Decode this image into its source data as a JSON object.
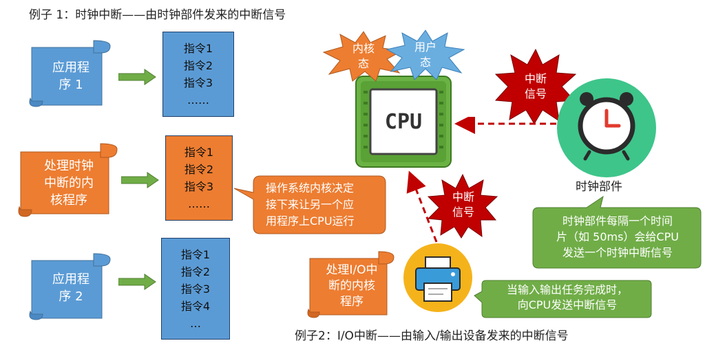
{
  "example1_title": "例子 1：时钟中断——由时钟部件发来的中断信号",
  "example2_title": "例子2：I/O中断——由输入/输出设备发来的中断信号",
  "app1": {
    "line1": "应用程",
    "line2": "序 1"
  },
  "handler_clock": {
    "line1": "处理时钟",
    "line2": "中断的内",
    "line3": "核程序"
  },
  "app2": {
    "line1": "应用程",
    "line2": "序 2"
  },
  "handler_io": {
    "line1": "处理I/O中",
    "line2": "断的内核",
    "line3": "程序"
  },
  "instr_block1": [
    "指令1",
    "指令2",
    "指令3",
    "……"
  ],
  "instr_block2": [
    "指令1",
    "指令2",
    "指令3",
    "……"
  ],
  "instr_block3": [
    "指令1",
    "指令2",
    "指令3",
    "指令4",
    "…"
  ],
  "kernel_state": {
    "line1": "内核",
    "line2": "态"
  },
  "user_state": {
    "line1": "用户",
    "line2": "态"
  },
  "cpu_label": "CPU",
  "interrupt_signal_1": {
    "line1": "中断",
    "line2": "信号"
  },
  "interrupt_signal_2": {
    "line1": "中断",
    "line2": "信号"
  },
  "clock_label": "时钟部件",
  "os_callout": {
    "line1": "操作系统内核决定",
    "line2": "接下来让另一个应",
    "line3": "用程序上CPU运行"
  },
  "clock_callout": {
    "line1": "时钟部件每隔一个时间",
    "line2": "片（如 50ms）会给CPU",
    "line3": "发送一个时钟中断信号"
  },
  "io_callout": {
    "line1": "当输入输出任务完成时，",
    "line2": "向CPU发送中断信号"
  },
  "colors": {
    "blue": "#5b9bd5",
    "orange": "#ed7d31",
    "green": "#70ad47",
    "dark_red": "#c00000",
    "cpu_green": "#6bb244",
    "clock_teal": "#3ec58a",
    "printer_yellow": "#f5b31b",
    "star_blue": "#6aaee0"
  }
}
